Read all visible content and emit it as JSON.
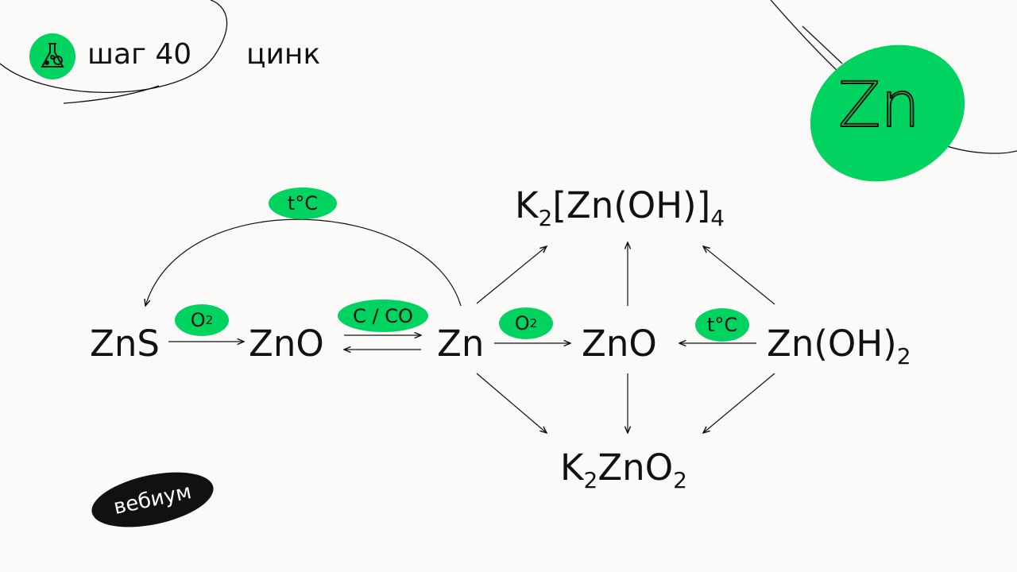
{
  "header": {
    "step": "шаг 40",
    "topic": "цинк",
    "icon": "flask-icon"
  },
  "badge": {
    "symbol": "Zn"
  },
  "brand": {
    "logo": "вебиум"
  },
  "colors": {
    "accent": "#00d35f",
    "background": "#fcfaf8"
  },
  "nodes": {
    "zns": "ZnS",
    "zno1": "ZnO",
    "zn": "Zn",
    "zno2": "ZnO",
    "znoh2": {
      "main": "Zn(OH)",
      "sub": "2"
    },
    "complex": {
      "k": "K",
      "sub1": "2",
      "mid": "[Zn(OH)]",
      "sub2": "4"
    },
    "zincate": {
      "k": "K",
      "sub1": "2",
      "mid": "ZnO",
      "sub2": "2"
    }
  },
  "conditions": {
    "heat_top": "t°C",
    "o2_1": {
      "main": "O",
      "sub": "2"
    },
    "c_co": "C / CO",
    "o2_2": {
      "main": "O",
      "sub": "2"
    },
    "heat_right": "t°C"
  }
}
